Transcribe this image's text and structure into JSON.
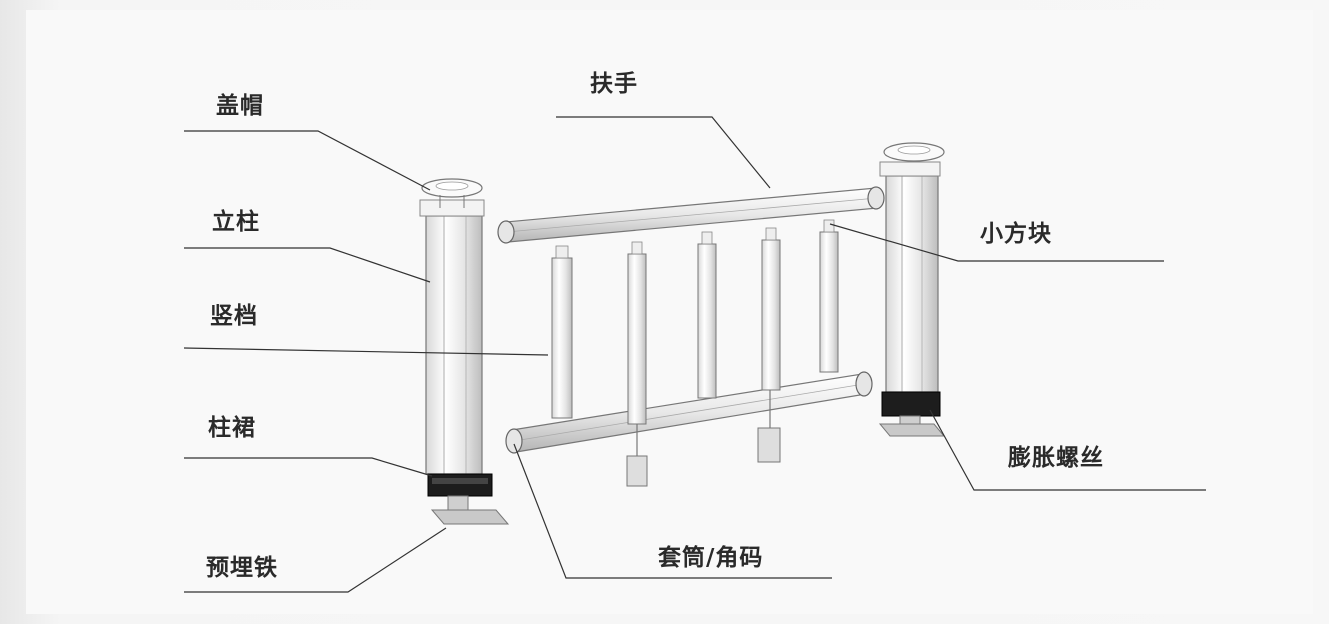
{
  "labels": {
    "cap": "盖帽",
    "post": "立柱",
    "baluster": "竖档",
    "post_skirt": "柱裙",
    "embedded_plate": "预埋铁",
    "handrail": "扶手",
    "small_block": "小方块",
    "expansion_bolt": "膨胀螺丝",
    "sleeve_corner": "套筒/角码"
  }
}
